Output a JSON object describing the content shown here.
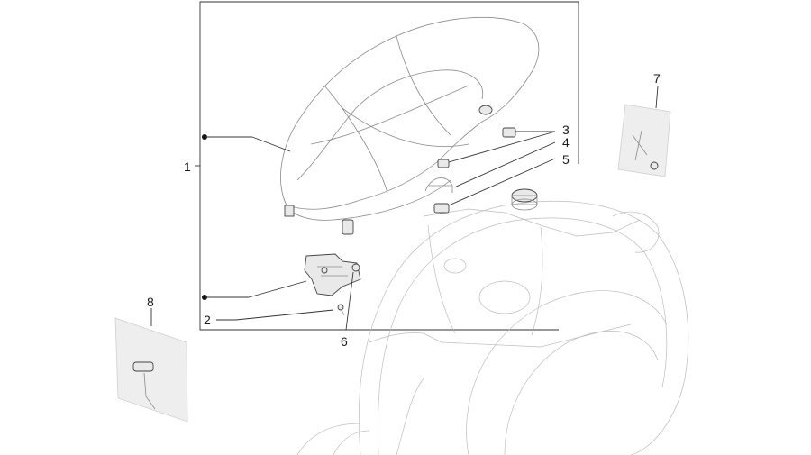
{
  "callouts": {
    "c1": "1",
    "c2": "2",
    "c3": "3",
    "c4": "4",
    "c5": "5",
    "c6": "6",
    "c7": "7",
    "c8": "8"
  },
  "colors": {
    "line": "#333333",
    "part_outline": "#8a8a8a",
    "ghost_outline": "#bdbdbd",
    "bag_fill": "#eeeeee"
  }
}
